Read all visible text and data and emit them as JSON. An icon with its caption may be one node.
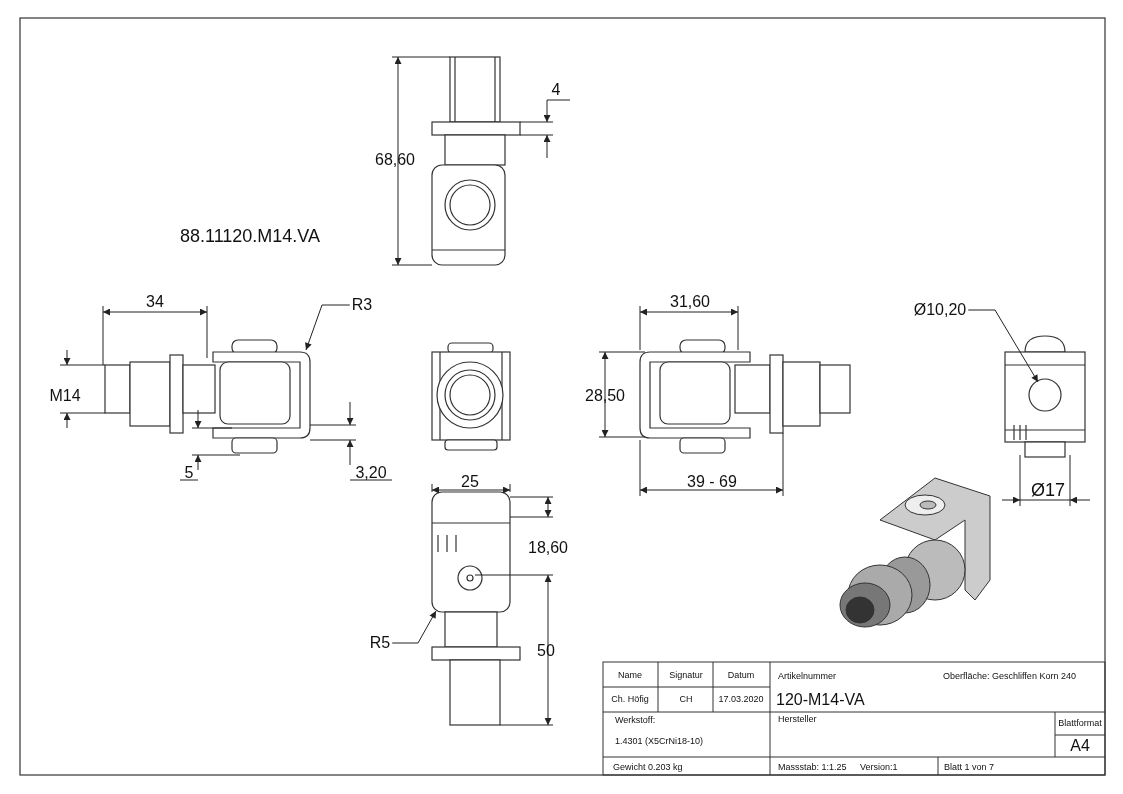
{
  "diagram": {
    "nodes": [
      {
        "text": [
          "R3"
        ]
      },
      {
        "text": [
          "Ø10,20"
        ]
      },
      {
        "text": [
          "R5"
        ]
      }
    ],
    "edges": [
      {
        "from": 0,
        "to": null,
        "arrow": "to"
      },
      {
        "from": 1,
        "to": null,
        "arrow": "to"
      },
      {
        "from": 2,
        "to": null,
        "arrow": "to"
      }
    ],
    "labels": [
      "4",
      "68,60",
      "88.11120.M14.VA",
      "34",
      "31,60",
      "M14",
      "28,50",
      "5",
      "3,20",
      "25",
      "39 - 69",
      "Ø17",
      "18,60",
      "50",
      "Name",
      "Signatur",
      "Datum",
      "Artikelnummer",
      "Oberfläche: Geschliffen Korn 240",
      "Ch. Höfig",
      "CH",
      "17.03.2020",
      "120-M14-VA",
      "Werkstoff:",
      "1.4301 (X5CrNi18-10)",
      "Hersteller",
      "Blattformat",
      "A4",
      "Gewicht 0.203 kg",
      "Massstab: 1:1.25",
      "Version:1",
      "Blatt 1 von 7"
    ]
  }
}
